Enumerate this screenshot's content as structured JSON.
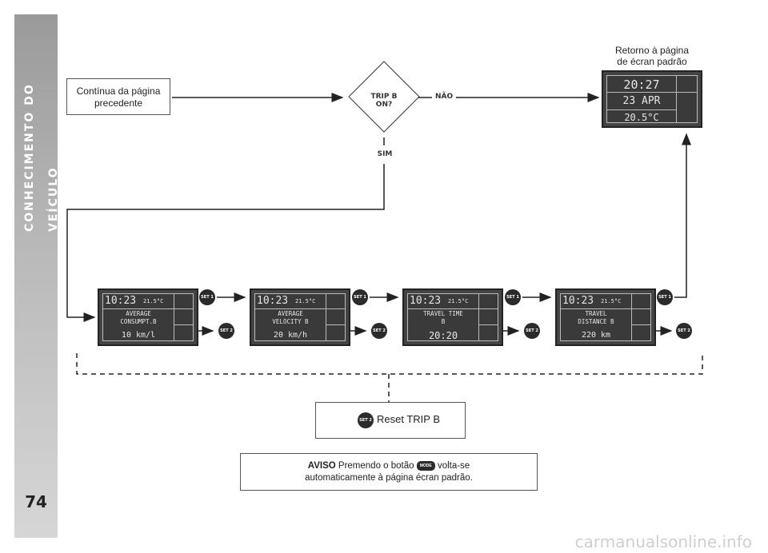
{
  "sidebar": {
    "title": "CONHECIMENTO DO VEÍCULO",
    "page_number": "74"
  },
  "start_box": {
    "line1": "Contínua da página",
    "line2": "precedente"
  },
  "decision": {
    "label": "TRIP B ON?",
    "no_label": "NÃO",
    "yes_label": "SIM"
  },
  "return_label": {
    "line1": "Retorno à página",
    "line2": "de écran padrão"
  },
  "default_screen": {
    "time": "20:27",
    "date": "23 APR",
    "temp": "20.5°C"
  },
  "screens": [
    {
      "time": "10:23",
      "temp": "21.5°C",
      "line1": "AVERAGE",
      "line2": "CONSUMPT.B",
      "value": "10 km/l"
    },
    {
      "time": "10:23",
      "temp": "21.5°C",
      "line1": "AVERAGE",
      "line2": "VELOCITY B",
      "value": "20 km/h"
    },
    {
      "time": "10:23",
      "temp": "21.5°C",
      "line1": "TRAVEL TIME",
      "line2": "B",
      "value": "20:20"
    },
    {
      "time": "10:23",
      "temp": "21.5°C",
      "line1": "TRAVEL",
      "line2": "DISTANCE B",
      "value": "220 km"
    }
  ],
  "buttons": {
    "set1": "SET 1",
    "set2": "SET 2",
    "mode": "MODE"
  },
  "reset_box": {
    "label": "Reset TRIP B"
  },
  "notice": {
    "title": "AVISO",
    "text1": "Premendo o botão",
    "text2": "volta-se",
    "line2": "automaticamente à página écran padrão."
  },
  "watermark": "carmanualsonline.info"
}
